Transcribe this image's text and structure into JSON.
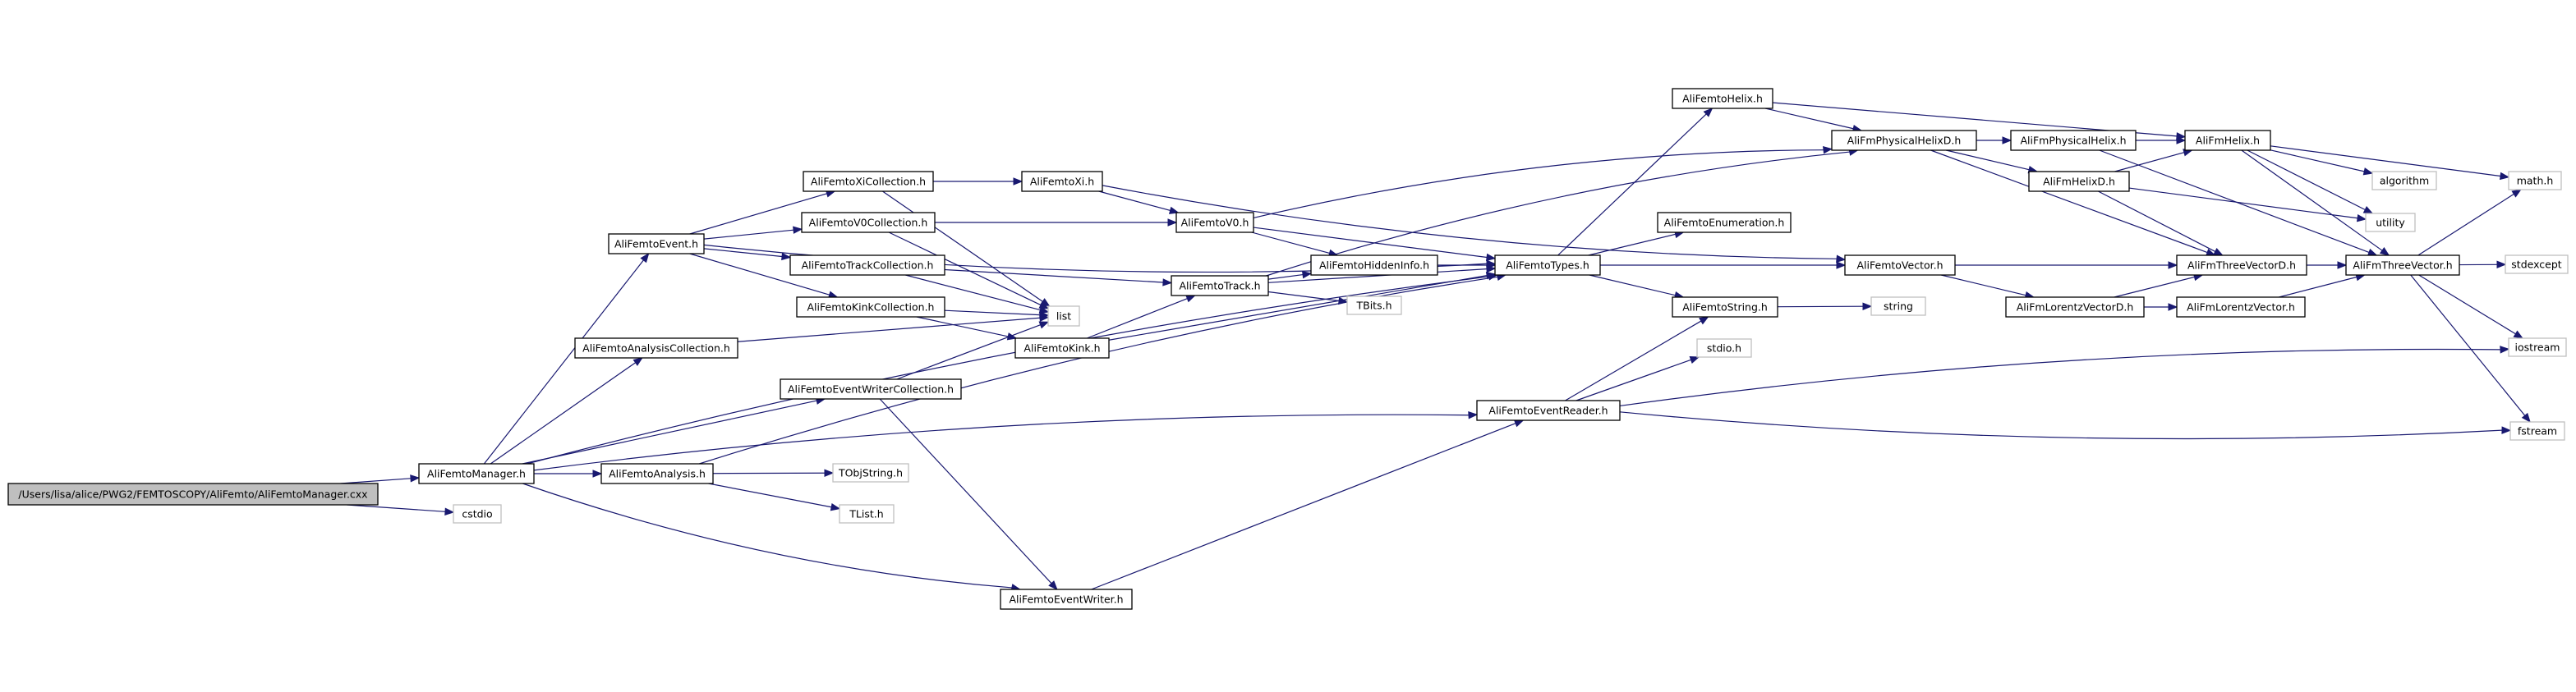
{
  "diagram": {
    "nodes": [
      {
        "id": "root",
        "label": "/Users/lisa/alice/PWG2/FEMTOSCOPY/AliFemto/AliFemtoManager.cxx",
        "kind": "root"
      },
      {
        "id": "mgr",
        "label": "AliFemtoManager.h",
        "kind": "file"
      },
      {
        "id": "cstdio",
        "label": "cstdio",
        "kind": "missing"
      },
      {
        "id": "event",
        "label": "AliFemtoEvent.h",
        "kind": "file"
      },
      {
        "id": "anacoll",
        "label": "AliFemtoAnalysisCollection.h",
        "kind": "file"
      },
      {
        "id": "ewcoll",
        "label": "AliFemtoEventWriterCollection.h",
        "kind": "file"
      },
      {
        "id": "analysis",
        "label": "AliFemtoAnalysis.h",
        "kind": "file"
      },
      {
        "id": "tobjstring",
        "label": "TObjString.h",
        "kind": "missing"
      },
      {
        "id": "tlist",
        "label": "TList.h",
        "kind": "missing"
      },
      {
        "id": "ew",
        "label": "AliFemtoEventWriter.h",
        "kind": "file"
      },
      {
        "id": "xicoll",
        "label": "AliFemtoXiCollection.h",
        "kind": "file"
      },
      {
        "id": "v0coll",
        "label": "AliFemtoV0Collection.h",
        "kind": "file"
      },
      {
        "id": "trackcoll",
        "label": "AliFemtoTrackCollection.h",
        "kind": "file"
      },
      {
        "id": "kinkcoll",
        "label": "AliFemtoKinkCollection.h",
        "kind": "file"
      },
      {
        "id": "list",
        "label": "list",
        "kind": "missing"
      },
      {
        "id": "xi",
        "label": "AliFemtoXi.h",
        "kind": "file"
      },
      {
        "id": "v0",
        "label": "AliFemtoV0.h",
        "kind": "file"
      },
      {
        "id": "track",
        "label": "AliFemtoTrack.h",
        "kind": "file"
      },
      {
        "id": "kink",
        "label": "AliFemtoKink.h",
        "kind": "file"
      },
      {
        "id": "hidden",
        "label": "AliFemtoHiddenInfo.h",
        "kind": "file"
      },
      {
        "id": "tbits",
        "label": "TBits.h",
        "kind": "missing"
      },
      {
        "id": "types",
        "label": "AliFemtoTypes.h",
        "kind": "file"
      },
      {
        "id": "helix",
        "label": "AliFemtoHelix.h",
        "kind": "file"
      },
      {
        "id": "enum",
        "label": "AliFemtoEnumeration.h",
        "kind": "file"
      },
      {
        "id": "fstring",
        "label": "AliFemtoString.h",
        "kind": "file"
      },
      {
        "id": "stdioh",
        "label": "stdio.h",
        "kind": "missing"
      },
      {
        "id": "reader",
        "label": "AliFemtoEventReader.h",
        "kind": "file"
      },
      {
        "id": "physhelixd",
        "label": "AliFmPhysicalHelixD.h",
        "kind": "file"
      },
      {
        "id": "vector",
        "label": "AliFemtoVector.h",
        "kind": "file"
      },
      {
        "id": "physhelix",
        "label": "AliFmPhysicalHelix.h",
        "kind": "file"
      },
      {
        "id": "helixd",
        "label": "AliFmHelixD.h",
        "kind": "file"
      },
      {
        "id": "lorentzd",
        "label": "AliFmLorentzVectorD.h",
        "kind": "file"
      },
      {
        "id": "string",
        "label": "string",
        "kind": "missing"
      },
      {
        "id": "fmhelix",
        "label": "AliFmHelix.h",
        "kind": "file"
      },
      {
        "id": "threed",
        "label": "AliFmThreeVectorD.h",
        "kind": "file"
      },
      {
        "id": "lorentz",
        "label": "AliFmLorentzVector.h",
        "kind": "file"
      },
      {
        "id": "algorithm",
        "label": "algorithm",
        "kind": "missing"
      },
      {
        "id": "utility",
        "label": "utility",
        "kind": "missing"
      },
      {
        "id": "three",
        "label": "AliFmThreeVector.h",
        "kind": "file"
      },
      {
        "id": "math",
        "label": "math.h",
        "kind": "missing"
      },
      {
        "id": "stdexcept",
        "label": "stdexcept",
        "kind": "missing"
      },
      {
        "id": "iostream",
        "label": "iostream",
        "kind": "missing"
      },
      {
        "id": "fstream",
        "label": "fstream",
        "kind": "missing"
      }
    ],
    "edges": [
      [
        "root",
        "mgr"
      ],
      [
        "root",
        "cstdio"
      ],
      [
        "mgr",
        "event"
      ],
      [
        "mgr",
        "anacoll"
      ],
      [
        "mgr",
        "ewcoll"
      ],
      [
        "mgr",
        "analysis"
      ],
      [
        "mgr",
        "types"
      ],
      [
        "mgr",
        "ew"
      ],
      [
        "mgr",
        "reader"
      ],
      [
        "event",
        "xicoll"
      ],
      [
        "event",
        "v0coll"
      ],
      [
        "event",
        "trackcoll"
      ],
      [
        "event",
        "kinkcoll"
      ],
      [
        "event",
        "types"
      ],
      [
        "anacoll",
        "list"
      ],
      [
        "ewcoll",
        "list"
      ],
      [
        "ewcoll",
        "ew"
      ],
      [
        "analysis",
        "tobjstring"
      ],
      [
        "analysis",
        "tlist"
      ],
      [
        "analysis",
        "types"
      ],
      [
        "ew",
        "reader"
      ],
      [
        "xicoll",
        "xi"
      ],
      [
        "xicoll",
        "list"
      ],
      [
        "v0coll",
        "v0"
      ],
      [
        "v0coll",
        "list"
      ],
      [
        "trackcoll",
        "track"
      ],
      [
        "trackcoll",
        "list"
      ],
      [
        "kinkcoll",
        "kink"
      ],
      [
        "kinkcoll",
        "list"
      ],
      [
        "xi",
        "v0"
      ],
      [
        "xi",
        "vector"
      ],
      [
        "v0",
        "types"
      ],
      [
        "v0",
        "hidden"
      ],
      [
        "v0",
        "physhelixd"
      ],
      [
        "track",
        "types"
      ],
      [
        "track",
        "hidden"
      ],
      [
        "track",
        "tbits"
      ],
      [
        "track",
        "physhelixd"
      ],
      [
        "kink",
        "track"
      ],
      [
        "kink",
        "types"
      ],
      [
        "hidden",
        "types"
      ],
      [
        "types",
        "helix"
      ],
      [
        "types",
        "enum"
      ],
      [
        "types",
        "fstring"
      ],
      [
        "types",
        "vector"
      ],
      [
        "helix",
        "physhelixd"
      ],
      [
        "helix",
        "fmhelix"
      ],
      [
        "reader",
        "fstring"
      ],
      [
        "reader",
        "stdioh"
      ],
      [
        "reader",
        "iostream"
      ],
      [
        "reader",
        "fstream"
      ],
      [
        "fstring",
        "string"
      ],
      [
        "physhelixd",
        "physhelix"
      ],
      [
        "physhelixd",
        "helixd"
      ],
      [
        "physhelixd",
        "threed"
      ],
      [
        "physhelix",
        "fmhelix"
      ],
      [
        "physhelix",
        "three"
      ],
      [
        "helixd",
        "fmhelix"
      ],
      [
        "helixd",
        "threed"
      ],
      [
        "helixd",
        "utility"
      ],
      [
        "vector",
        "threed"
      ],
      [
        "vector",
        "lorentzd"
      ],
      [
        "lorentzd",
        "threed"
      ],
      [
        "lorentzd",
        "lorentz"
      ],
      [
        "fmhelix",
        "math"
      ],
      [
        "fmhelix",
        "algorithm"
      ],
      [
        "fmhelix",
        "utility"
      ],
      [
        "fmhelix",
        "three"
      ],
      [
        "threed",
        "three"
      ],
      [
        "lorentz",
        "three"
      ],
      [
        "three",
        "math"
      ],
      [
        "three",
        "stdexcept"
      ],
      [
        "three",
        "iostream"
      ],
      [
        "three",
        "fstream"
      ]
    ]
  }
}
